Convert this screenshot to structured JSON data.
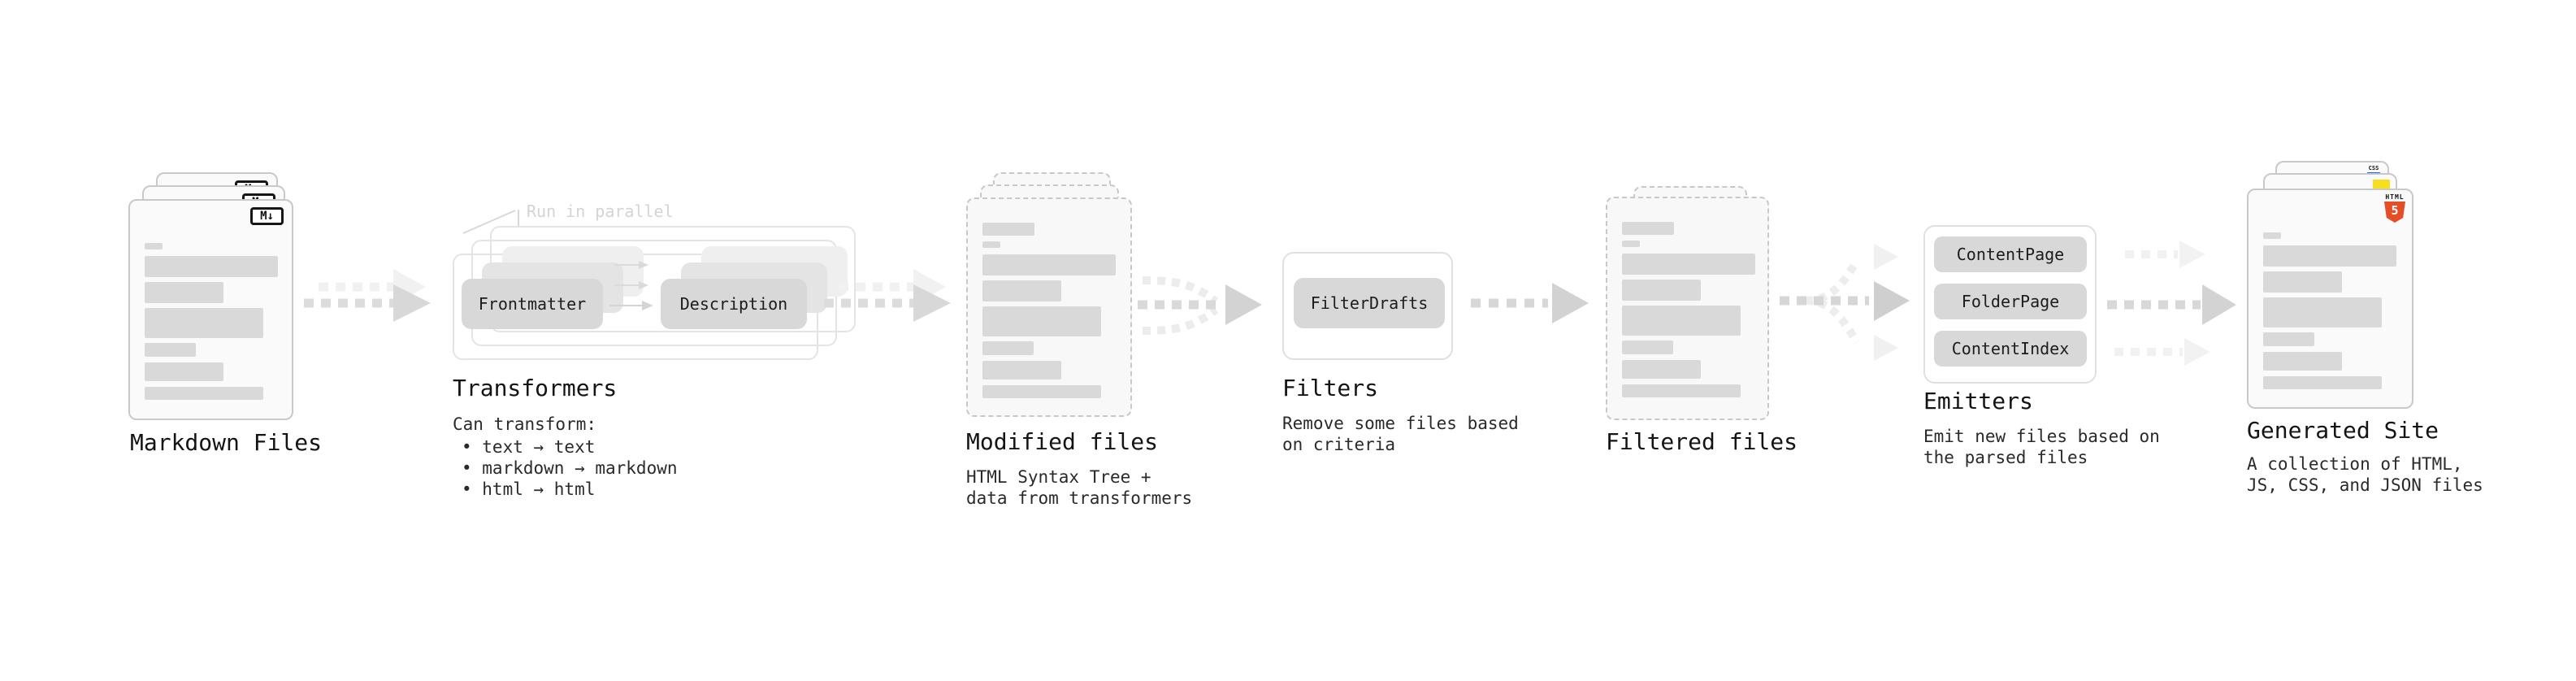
{
  "colors": {
    "html5_orange": "#e44d26",
    "js_yellow": "#f7df1e",
    "css_blue": "#2962e8",
    "content_bar_gray": "#d9d9d9",
    "node_chip_gray": "#d8d8d8",
    "arrow_gray": "#d8d8d8",
    "arrow_light_gray": "#f1f1f1"
  },
  "markdown_files": {
    "label": "Markdown Files",
    "badge": "M↓"
  },
  "transformers": {
    "annotation": "Run in parallel",
    "node_left": "Frontmatter",
    "node_right": "Description",
    "title": "Transformers",
    "subtitle": "Can transform:",
    "bullets": [
      "• text → text",
      "• markdown → markdown",
      "• html → html"
    ]
  },
  "modified_files": {
    "label": "Modified files",
    "description_line1": "HTML Syntax Tree +",
    "description_line2": "data from transformers"
  },
  "filters": {
    "title": "Filters",
    "node": "FilterDrafts",
    "description_line1": "Remove some files based",
    "description_line2": "on criteria"
  },
  "filtered_files": {
    "label": "Filtered files"
  },
  "emitters": {
    "title": "Emitters",
    "nodes": [
      "ContentPage",
      "FolderPage",
      "ContentIndex"
    ],
    "description_line1": "Emit new files based on",
    "description_line2": "the parsed files"
  },
  "generated_site": {
    "label": "Generated Site",
    "description_line1": "A collection of HTML,",
    "description_line2": "JS, CSS, and JSON files",
    "badge_html_text": "HTML",
    "badge_html_number": "5",
    "badge_css_text": "CSS"
  }
}
